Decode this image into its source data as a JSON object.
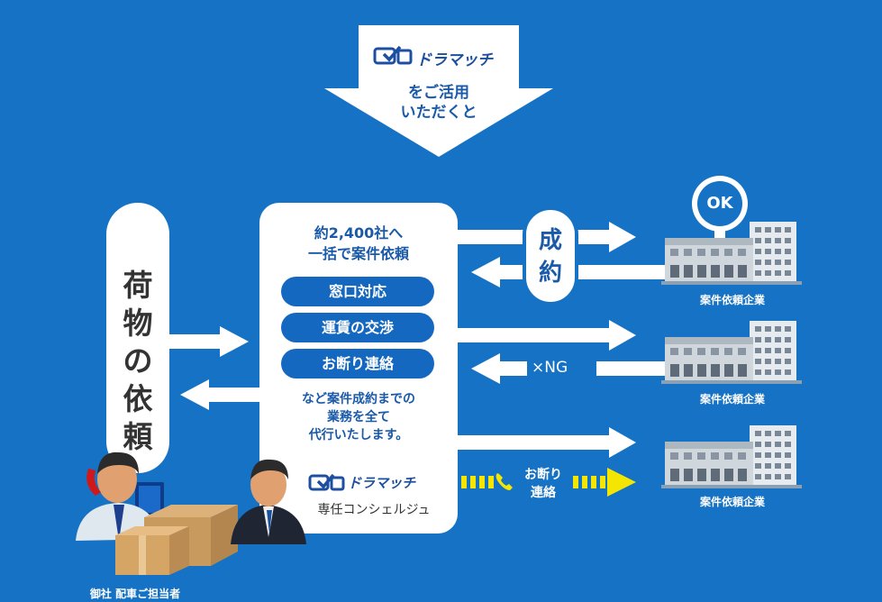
{
  "top_banner": {
    "logo_text": "ドラマッチ",
    "line1": "をご活用",
    "line2": "いただくと"
  },
  "left_column": {
    "text_chars": [
      "荷",
      "物",
      "の",
      "依",
      "頼"
    ],
    "person_label": "御社 配車ご担当者"
  },
  "center_card": {
    "headline_line1": "約2,400社へ",
    "headline_line2": "一括で案件依頼",
    "services": [
      "窓口対応",
      "運賃の交渉",
      "お断り連絡"
    ],
    "body_line1": "など案件成約までの",
    "body_line2": "業務を全て",
    "body_line3": "代行いたします。",
    "logo_text": "ドラマッチ",
    "concierge_label": "専任コンシェルジュ"
  },
  "flows": {
    "contract_chars": [
      "成",
      "約"
    ],
    "ng_label": "×NG",
    "decline_line1": "お断り",
    "decline_line2": "連絡"
  },
  "companies": {
    "ok_badge": "OK",
    "labels": [
      "案件依頼企業",
      "案件依頼企業",
      "案件依頼企業"
    ]
  },
  "colors": {
    "background": "#1572c4",
    "pill": "#1568bf",
    "arrow": "#ffffff",
    "yellow_arrow": "#f4e600",
    "dark_blue_text": "#1a5aa8"
  }
}
